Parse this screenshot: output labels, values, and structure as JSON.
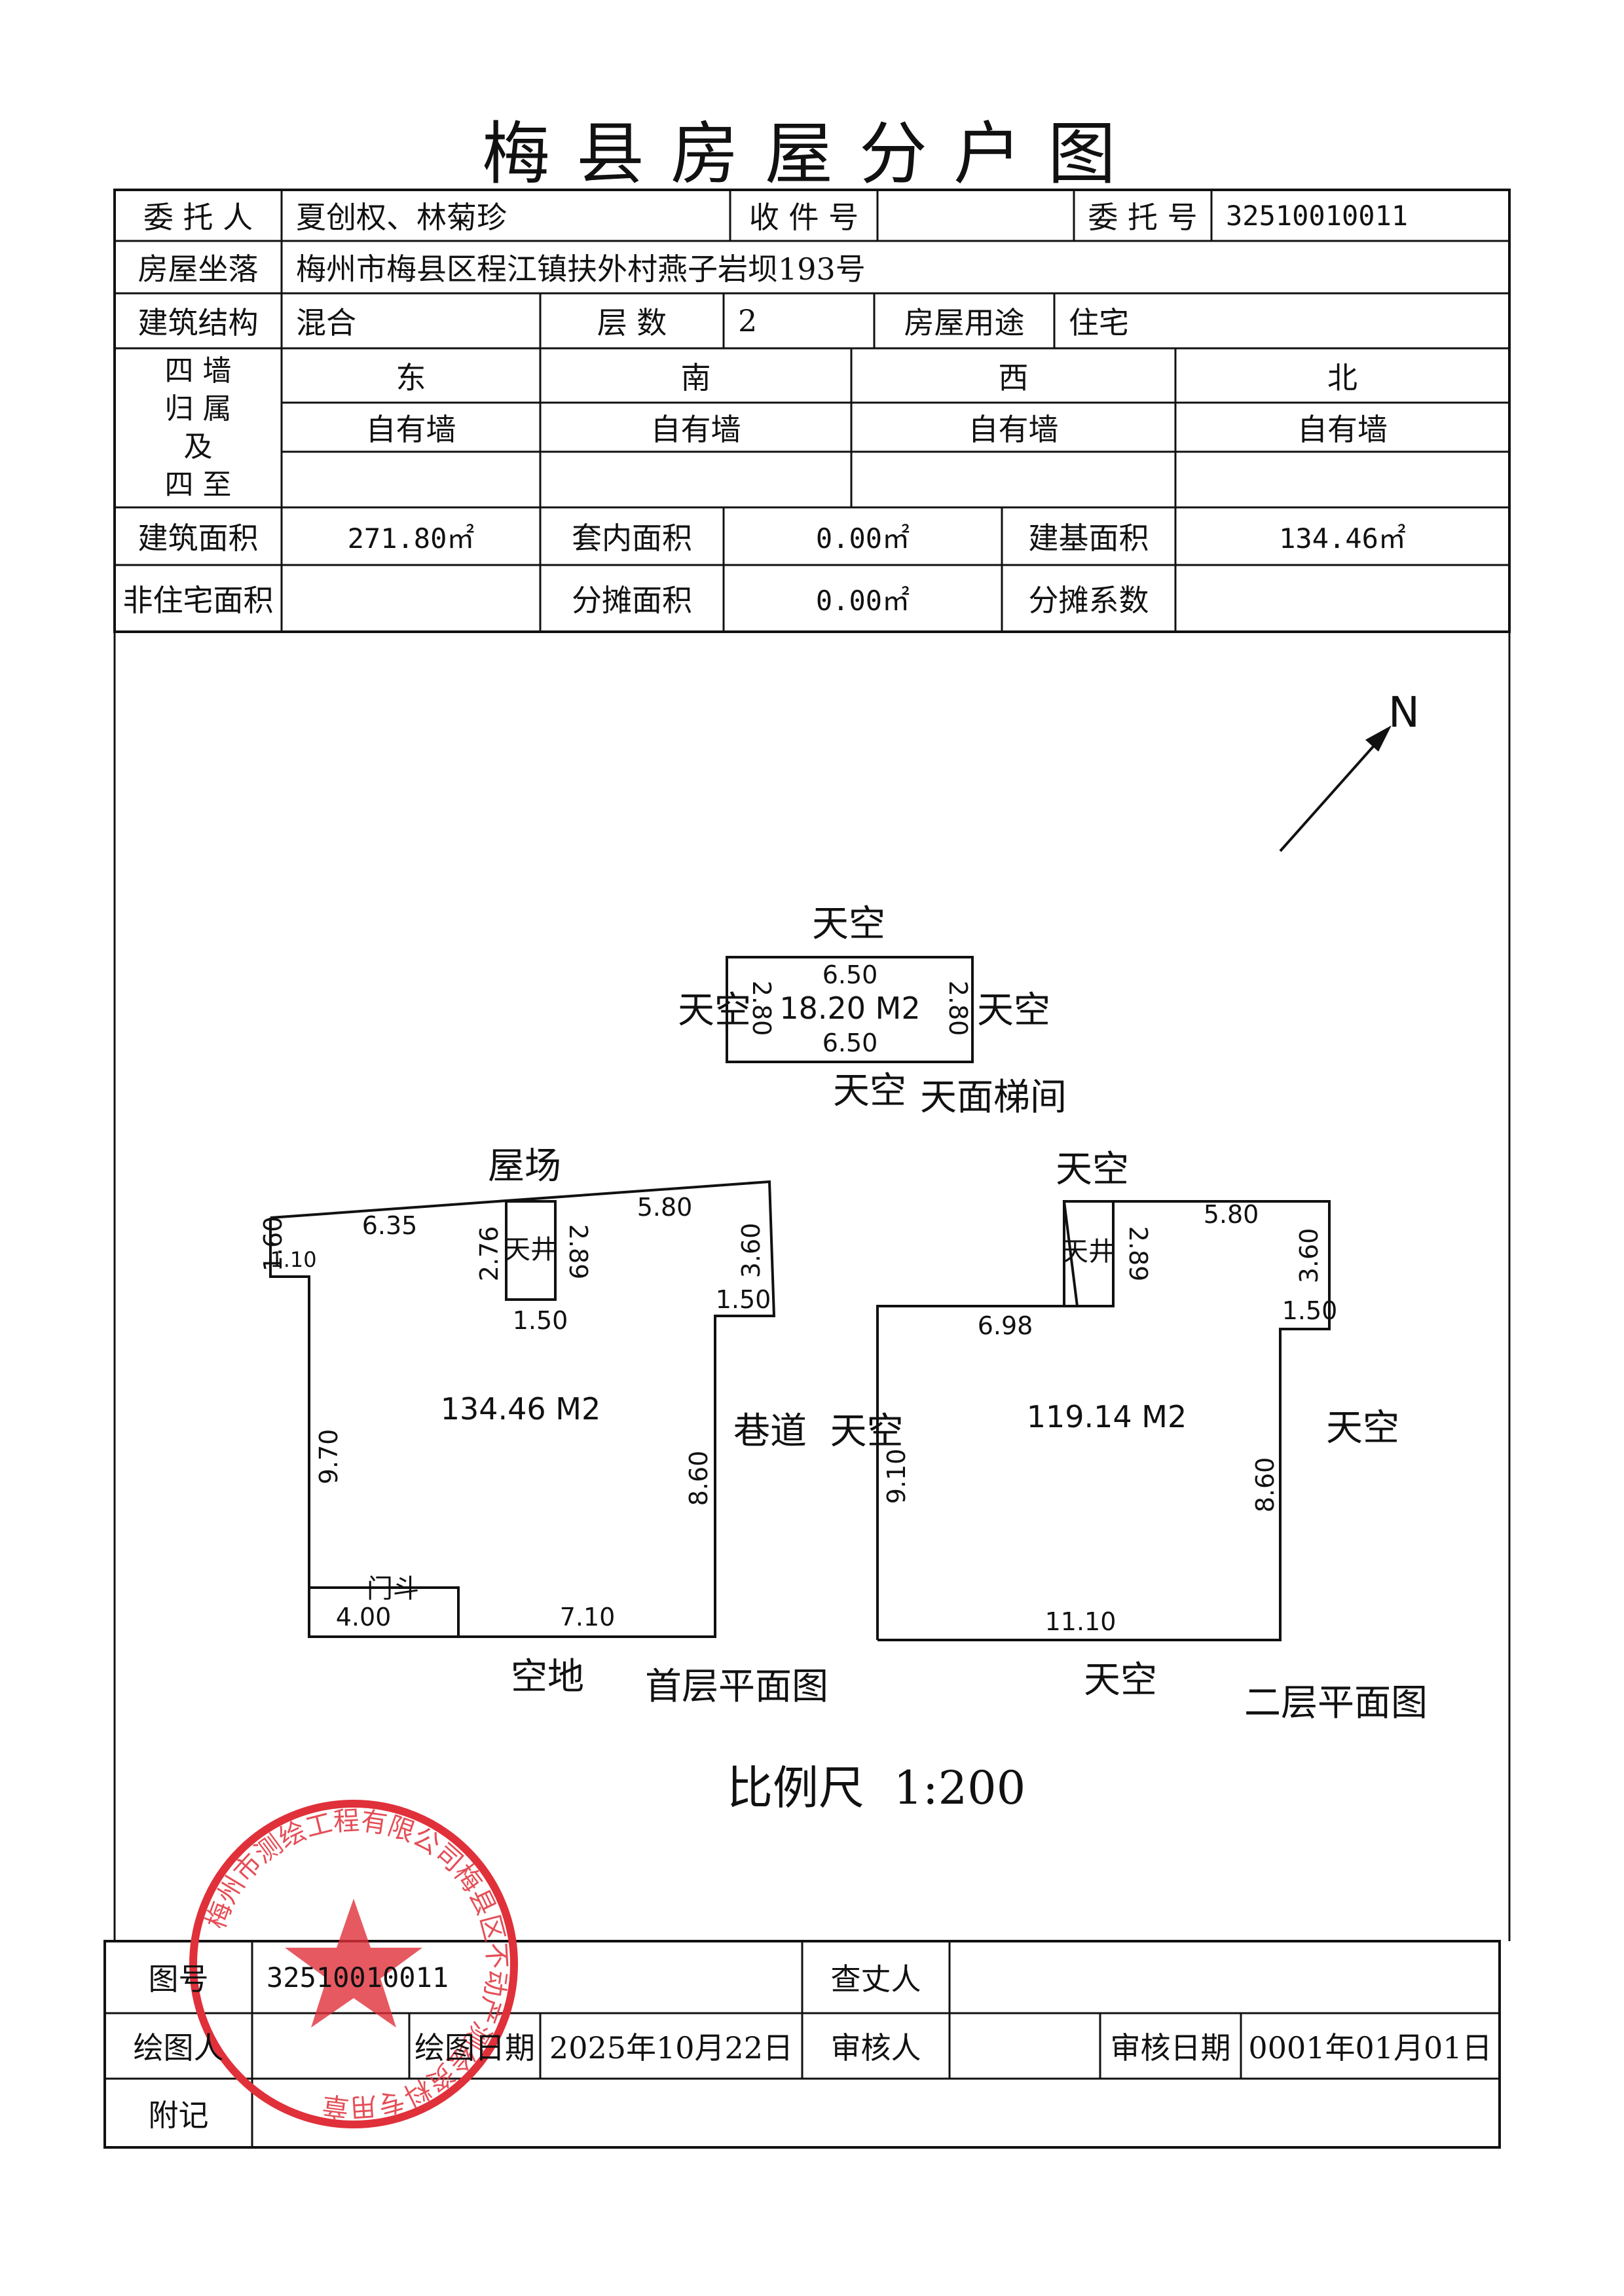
{
  "title": "梅县房屋分户图",
  "header": {
    "entrust_person_label": "委 托 人",
    "entrust_person": "夏创权、林菊珍",
    "receipt_no_label": "收 件 号",
    "receipt_no": "",
    "entrust_no_label": "委 托 号",
    "entrust_no": "32510010011",
    "location_label": "房屋坐落",
    "location": "梅州市梅县区程江镇扶外村燕子岩坝193号",
    "structure_label": "建筑结构",
    "structure": "混合",
    "floors_label": "层 数",
    "floors": "2",
    "usage_label": "房屋用途",
    "usage": "住宅"
  },
  "walls": {
    "label_lines": [
      "四 墙",
      "归 属",
      "及",
      "四 至"
    ],
    "directions": [
      "东",
      "南",
      "西",
      "北"
    ],
    "ownership": [
      "自有墙",
      "自有墙",
      "自有墙",
      "自有墙"
    ]
  },
  "areas": {
    "building_area_label": "建筑面积",
    "building_area": "271.80㎡",
    "inner_area_label": "套内面积",
    "inner_area": "0.00㎡",
    "base_area_label": "建基面积",
    "base_area": "134.46㎡",
    "non_residential_label": "非住宅面积",
    "non_residential": "",
    "shared_area_label": "分摊面积",
    "shared_area": "0.00㎡",
    "shared_coef_label": "分摊系数",
    "shared_coef": ""
  },
  "drawing": {
    "north": "N",
    "top_room": {
      "area": "18.20 M2",
      "top_dim": "6.50",
      "bottom_dim": "6.50",
      "left_dim": "2.80",
      "right_dim": "2.80",
      "above": "天空",
      "left": "天空",
      "right": "天空",
      "below": "天空",
      "below_note": "天面梯间"
    },
    "ground_floor": {
      "area": "134.46 M2",
      "top_left_dim": "6.35",
      "top_right_dim": "5.80",
      "corner_h": "1.60",
      "corner_w": "1.10",
      "well_left_dim": "2.76",
      "well_right_dim": "2.89",
      "well_bottom_dim": "1.50",
      "right_upper_dim": "3.60",
      "right_step_dim": "1.50",
      "left_dim": "9.70",
      "right_dim": "8.60",
      "door_dim": "4.00",
      "bottom_dim": "7.10",
      "well_label": "天井",
      "door_label": "门斗",
      "top_label": "屋场",
      "bottom_label": "空地",
      "right_label": "巷道  天空",
      "name": "首层平面图"
    },
    "second_floor": {
      "area": "119.14 M2",
      "top_dim": "6.98",
      "top_right_dim": "5.80",
      "well_dim": "2.89",
      "right_upper_dim": "3.60",
      "right_step_dim": "1.50",
      "left_dim": "9.10",
      "right_dim": "8.60",
      "bottom_dim": "11.10",
      "well_label": "天井",
      "top_label": "天空",
      "right_label": "天空",
      "bottom_label": "天空",
      "name": "二层平面图"
    },
    "scale": "比例尺  1:200"
  },
  "footer": {
    "map_no_label": "图号",
    "map_no": "32510010011",
    "surveyor_label": "查丈人",
    "surveyor": "",
    "drafter_label": "绘图人",
    "drafter": "",
    "draw_date_label": "绘图日期",
    "draw_date": "2025年10月22日",
    "reviewer_label": "审核人",
    "reviewer": "",
    "review_date_label": "审核日期",
    "review_date": "0001年01月01日",
    "remark_label": "附记",
    "remark": ""
  },
  "seal": {
    "text": "梅州市测绘工程有限公司梅县区不动产测绘资料专用章",
    "color": "#e0303a"
  }
}
